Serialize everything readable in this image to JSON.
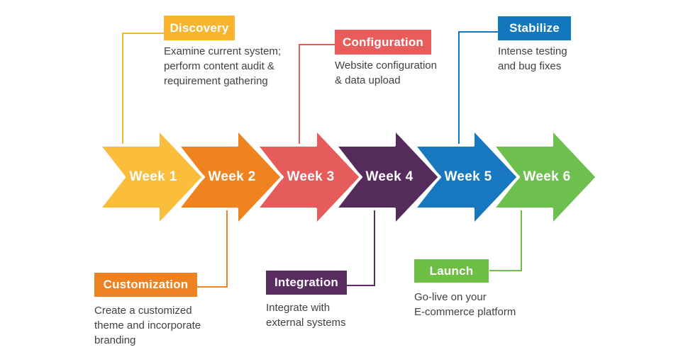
{
  "background": "#ffffff",
  "text_color": "#414042",
  "phases": [
    {
      "week_label": "Week 1",
      "arrow_color": "#FBBD3C",
      "color": "#F7B42C",
      "box_label": "Discovery",
      "description": "Examine current system;\nperform content audit &\nrequirement gathering",
      "callout_position": "top"
    },
    {
      "week_label": "Week 2",
      "arrow_color": "#EF8320",
      "color": "#EE8122",
      "box_label": "Customization",
      "description": "Create a customized\ntheme and incorporate\nbranding",
      "callout_position": "bottom"
    },
    {
      "week_label": "Week 3",
      "arrow_color": "#E65C5C",
      "color": "#E85D5B",
      "box_label": "Configuration",
      "description": "Website configuration\n& data upload",
      "callout_position": "top"
    },
    {
      "week_label": "Week 4",
      "arrow_color": "#552B5C",
      "color": "#5A2D61",
      "box_label": "Integration",
      "description": "Integrate with\nexternal systems",
      "callout_position": "bottom"
    },
    {
      "week_label": "Week 5",
      "arrow_color": "#1778BF",
      "color": "#1377BE",
      "box_label": "Stabilize",
      "description": "Intense testing\nand bug fixes",
      "callout_position": "top"
    },
    {
      "week_label": "Week 6",
      "arrow_color": "#6EC04E",
      "color": "#6DBE45",
      "box_label": "Launch",
      "description": "Go-live on your\nE-commerce platform",
      "callout_position": "bottom"
    }
  ]
}
